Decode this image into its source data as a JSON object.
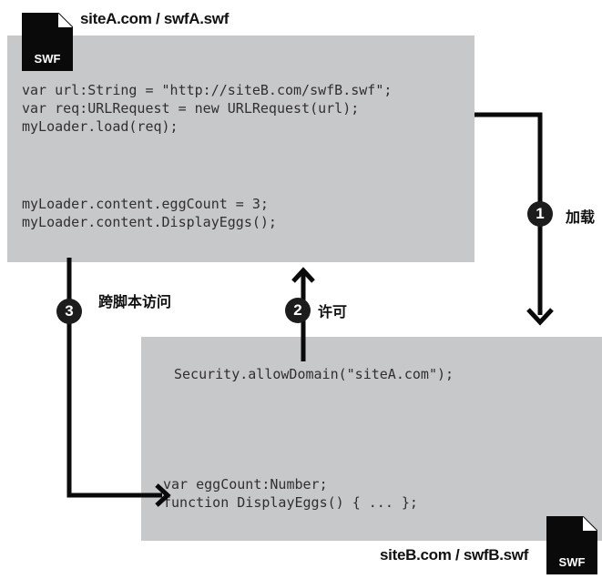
{
  "swf_a": {
    "file_label": "siteA.com / swfA.swf",
    "icon_text": "SWF",
    "code": {
      "line1": "var url:String = \"http://siteB.com/swfB.swf\";",
      "line2": "var req:URLRequest = new URLRequest(url);",
      "line3": "myLoader.load(req);",
      "line4": "myLoader.content.eggCount = 3;",
      "line5": "myLoader.content.DisplayEggs();"
    }
  },
  "swf_b": {
    "file_label": "siteB.com / swfB.swf",
    "icon_text": "SWF",
    "code": {
      "line1": "Security.allowDomain(\"siteA.com\");",
      "line2": "var eggCount:Number;",
      "line3": "function DisplayEggs() { ... };"
    }
  },
  "steps": [
    {
      "number": "1",
      "label": "加载"
    },
    {
      "number": "2",
      "label": "许可"
    },
    {
      "number": "3",
      "label": "跨脚本访问"
    }
  ],
  "colors": {
    "panel": "#c7c8c9",
    "ink": "#111111"
  }
}
